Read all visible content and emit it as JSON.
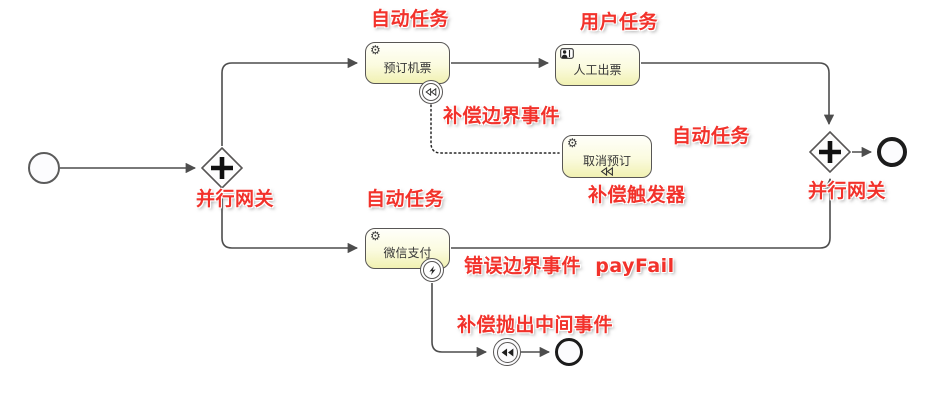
{
  "diagram": {
    "type": "bpmn-process",
    "tasks": {
      "book_flight": "预订机票",
      "manual_ticket": "人工出票",
      "cancel_booking": "取消预订",
      "wechat_pay": "微信支付"
    },
    "annotations": {
      "auto_task_top": "自动任务",
      "user_task": "用户任务",
      "compensation_boundary": "补偿边界事件",
      "auto_task_mid": "自动任务",
      "compensation_trigger": "补偿触发器",
      "parallel_gateway_left": "并行网关",
      "auto_task_bottom": "自动任务",
      "error_boundary": "错误边界事件  payFail",
      "compensation_throw": "补偿抛出中间事件",
      "parallel_gateway_right": "并行网关"
    },
    "icons": {
      "service_task_gear": "⚙"
    },
    "colors": {
      "annotation_red": "#f2322b",
      "task_border": "#585655",
      "task_fill_top": "#fffffa",
      "task_fill_bottom": "#f1f1b2",
      "flow_stroke": "#4d4d4d",
      "end_event_stroke": "#1c1c1c"
    }
  }
}
